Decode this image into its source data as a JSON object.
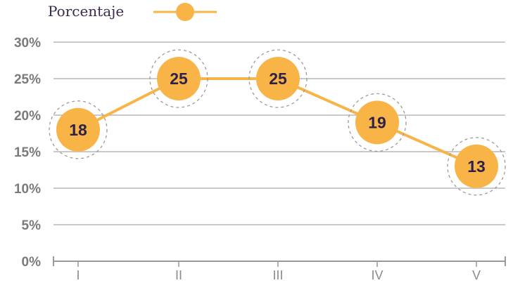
{
  "colors": {
    "accent": "#f9b448",
    "grid": "#c9c9c9",
    "axis": "#999999",
    "label_text": "#2d2149",
    "legend_text": "#3a2a4f",
    "tick_text": "#7a7a7a"
  },
  "chart_data": {
    "type": "line",
    "categories": [
      "I",
      "II",
      "III",
      "IV",
      "V"
    ],
    "series": [
      {
        "name": "Porcentaje",
        "values": [
          18,
          25,
          25,
          19,
          13
        ]
      }
    ],
    "data_labels": [
      "18",
      "25",
      "25",
      "19",
      "13"
    ],
    "y_ticks": [
      0,
      5,
      10,
      15,
      20,
      25,
      30
    ],
    "y_tick_labels": [
      "0%",
      "5%",
      "10%",
      "15%",
      "20%",
      "25%",
      "30%"
    ],
    "ylim": [
      0,
      30
    ],
    "grid": true,
    "legend_position": "top-left",
    "marker_style": "filled-circle-with-dashed-ring"
  }
}
